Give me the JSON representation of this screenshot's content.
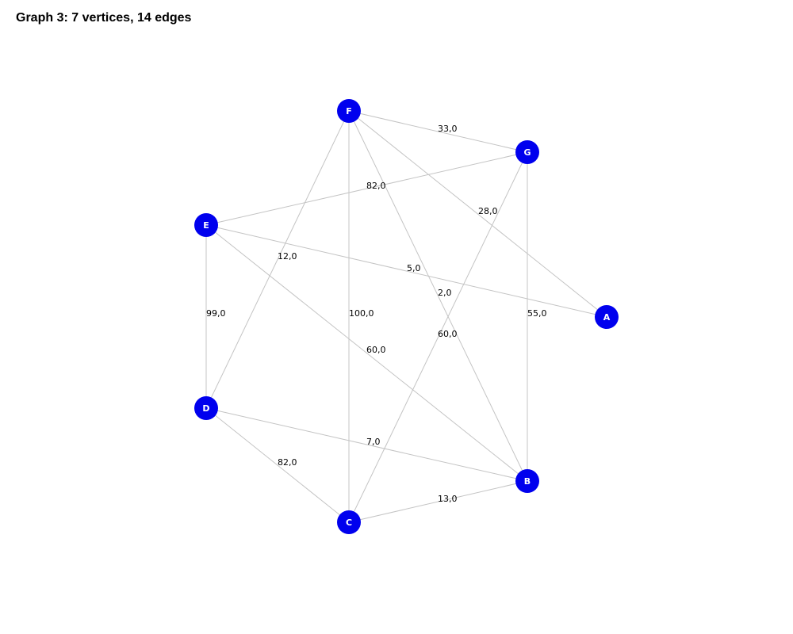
{
  "title": "Graph 3: 7 vertices, 14 edges",
  "colors": {
    "vertex_fill": "#0000ee",
    "vertex_label": "#ffffff",
    "edge": "#c4c4c4",
    "edge_label": "#000000"
  },
  "vertices": [
    "A",
    "B",
    "C",
    "D",
    "E",
    "F",
    "G"
  ],
  "edges": [
    {
      "from": "F",
      "to": "G",
      "weight": "33,0"
    },
    {
      "from": "E",
      "to": "G",
      "weight": "82,0"
    },
    {
      "from": "F",
      "to": "A",
      "weight": "28,0"
    },
    {
      "from": "F",
      "to": "D",
      "weight": "12,0"
    },
    {
      "from": "E",
      "to": "A",
      "weight": "5,0"
    },
    {
      "from": "F",
      "to": "B",
      "weight": "2,0"
    },
    {
      "from": "E",
      "to": "D",
      "weight": "99,0"
    },
    {
      "from": "F",
      "to": "C",
      "weight": "100,0"
    },
    {
      "from": "G",
      "to": "B",
      "weight": "55,0"
    },
    {
      "from": "G",
      "to": "C",
      "weight": "60,0"
    },
    {
      "from": "E",
      "to": "B",
      "weight": "60,0"
    },
    {
      "from": "D",
      "to": "B",
      "weight": "7,0"
    },
    {
      "from": "D",
      "to": "C",
      "weight": "82,0"
    },
    {
      "from": "C",
      "to": "B",
      "weight": "13,0"
    }
  ]
}
